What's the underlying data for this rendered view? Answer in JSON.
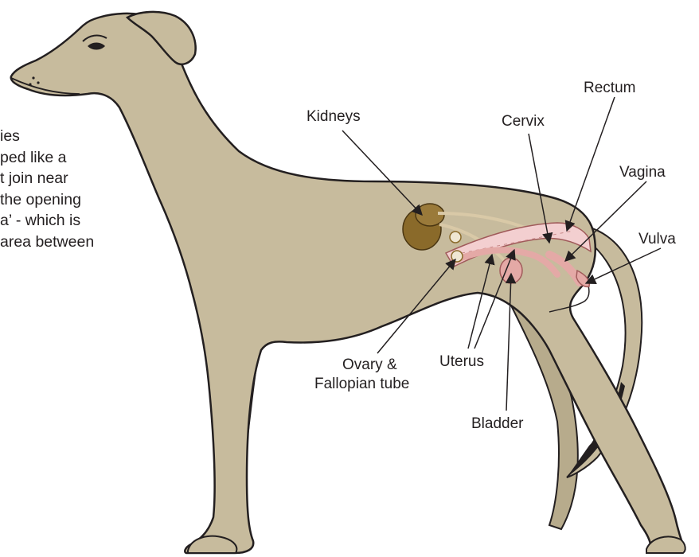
{
  "intro_text_lines": [
    "ies",
    "ped like a",
    "t join near",
    "the opening",
    "a’ - which is",
    "area between"
  ],
  "labels": {
    "kidneys": "Kidneys",
    "rectum": "Rectum",
    "cervix": "Cervix",
    "vagina": "Vagina",
    "vulva": "Vulva",
    "ovary_line1": "Ovary &",
    "ovary_line2": "Fallopian tube",
    "uterus": "Uterus",
    "bladder": "Bladder"
  },
  "colors": {
    "body_fill": "#c7bb9d",
    "outline": "#231f20",
    "kidney": "#8a6a2a",
    "organ_pink": "#e4a9a6",
    "organ_pink_light": "#f3cfd0",
    "tube": "#d9c9a7"
  }
}
